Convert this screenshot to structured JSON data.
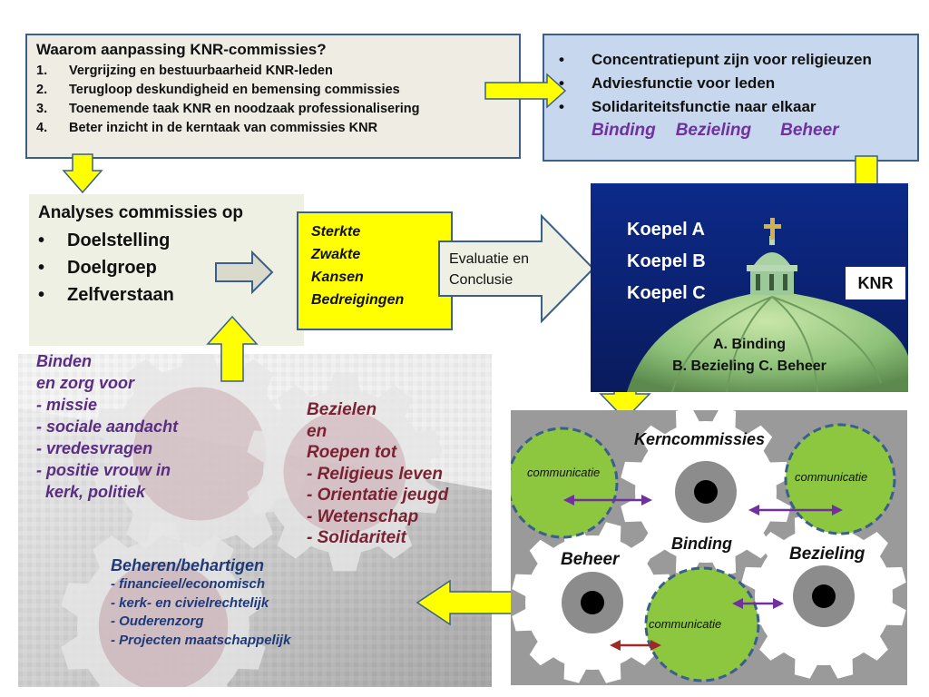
{
  "waarom": {
    "title": "Waarom aanpassing KNR-commissies?",
    "items": [
      {
        "num": "1.",
        "text": "Vergrijzing en bestuurbaarheid  KNR-leden"
      },
      {
        "num": "2.",
        "text": "Terugloop deskundigheid en bemensing commissies"
      },
      {
        "num": "3.",
        "text": "Toenemende taak KNR en noodzaak professionalisering"
      },
      {
        "num": "4.",
        "text": "Beter inzicht in de kerntaak van commissies KNR"
      }
    ]
  },
  "functies": {
    "bullet": "•",
    "items": [
      "Concentratiepunt zijn voor religieuzen",
      "Adviesfunctie voor leden",
      "Solidariteitsfunctie naar elkaar"
    ],
    "keywords": [
      "Binding",
      "Bezieling",
      "Beheer"
    ]
  },
  "analyses": {
    "title": "Analyses commissies op",
    "items": [
      "Doelstelling",
      "Doelgroep",
      "Zelfverstaan"
    ]
  },
  "swot": [
    "Sterkte",
    "Zwakte",
    "Kansen",
    "Bedreigingen"
  ],
  "evaluatie": [
    "Evaluatie en",
    "Conclusie"
  ],
  "knr": {
    "koepels": [
      "Koepel A",
      "Koepel B",
      "Koepel C"
    ],
    "badge": "KNR",
    "abc_line1": "A. Binding",
    "abc_line2": "B. Bezieling  C. Beheer"
  },
  "binden": [
    "Binden",
    "en zorg voor",
    "- missie",
    "- sociale aandacht",
    "- vredesvragen",
    "- positie vrouw  in",
    "  kerk, politiek"
  ],
  "bezielen": [
    "Bezielen",
    "en",
    "Roepen tot",
    "- Religieus leven",
    "- Orientatie jeugd",
    "- Wetenschap",
    "- Solidariteit"
  ],
  "beheren": {
    "head": "Beheren/behartigen",
    "items": [
      "- financieel/economisch",
      "- kerk- en civielrechtelijk",
      "- Ouderenzorg",
      "- Projecten maatschappelijk"
    ]
  },
  "gears": {
    "kerncommissies": "Kerncommissies",
    "binding": "Binding",
    "beheer": "Beheer",
    "bezieling": "Bezieling",
    "communicatie": "communicatie"
  },
  "colors": {
    "yellow_arrow": "#ffff00",
    "purple": "#5a2d82",
    "maroon": "#7a2232",
    "navy": "#1f3a7a",
    "green_circle": "#8dc63f"
  }
}
